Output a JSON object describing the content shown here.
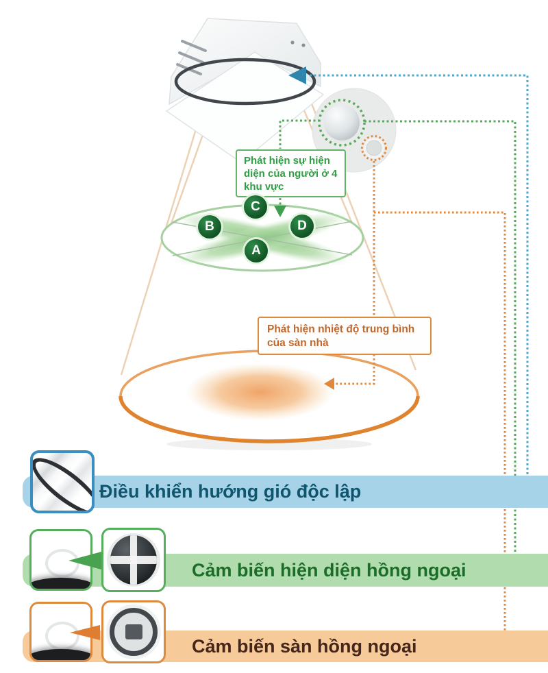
{
  "diagram": {
    "title": "Ceiling cassette air conditioner sensor diagram",
    "callouts": {
      "presence": "Phát hiện sự hiện diện của người ở 4 khu vực",
      "floor": "Phát hiện nhiệt độ trung bình của sàn nhà"
    },
    "zones": {
      "a": "A",
      "b": "B",
      "c": "C",
      "d": "D"
    },
    "legend": [
      {
        "id": "airflow",
        "label": "Điều khiển hướng gió độc lập",
        "bar_color": "#a6d3e8",
        "text_color": "#0f556e"
      },
      {
        "id": "presence",
        "label": "Cảm biến hiện diện hồng ngoại",
        "bar_color": "#b0dcae",
        "text_color": "#1b6d29"
      },
      {
        "id": "floor",
        "label": "Cảm biến sàn hồng ngoại",
        "bar_color": "#f6ca99",
        "text_color": "#46251a"
      }
    ],
    "accent_colors": {
      "blue": "#4ea6cb",
      "green": "#57a95c",
      "orange": "#e0893c"
    },
    "icons": {
      "unit": "ceiling-cassette-ac-icon",
      "louver": "airflow-louver-icon",
      "presence_sensor": "infrared-presence-sensor-icon",
      "floor_sensor": "infrared-floor-sensor-icon"
    }
  }
}
